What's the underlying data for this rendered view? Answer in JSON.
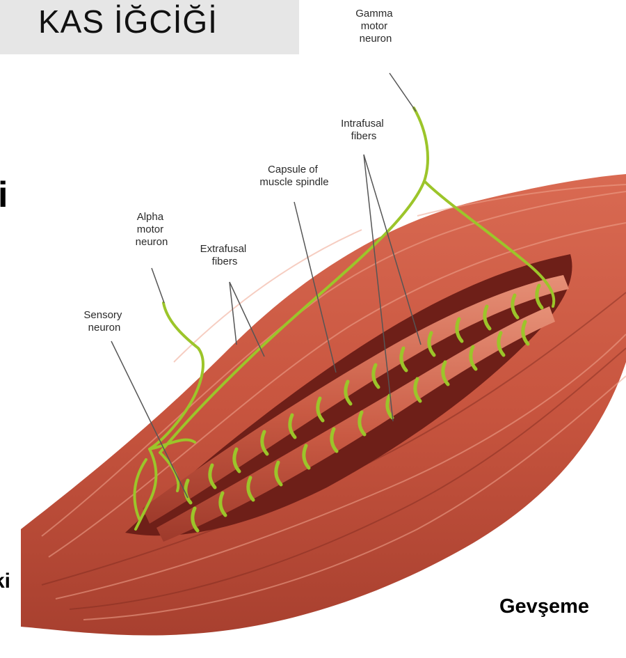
{
  "header": {
    "title": "KAS İĞCİĞİ"
  },
  "fragments": {
    "left_top": "i",
    "left_bottom": "ki",
    "bottom_right": "Gevşeme"
  },
  "labels": {
    "gamma_motor_neuron": [
      "Gamma",
      "motor",
      "neuron"
    ],
    "intrafusal_fibers": [
      "Intrafusal",
      "fibers"
    ],
    "capsule": [
      "Capsule of",
      "muscle spindle"
    ],
    "alpha_motor_neuron": [
      "Alpha",
      "motor",
      "neuron"
    ],
    "extrafusal_fibers": [
      "Extrafusal",
      "fibers"
    ],
    "sensory_neuron": [
      "Sensory",
      "neuron"
    ]
  },
  "colors": {
    "muscle": "#c8553f",
    "muscle_dark": "#8e2e22",
    "muscle_light": "#e08a72",
    "nerve": "#9cc52a",
    "title_bg": "#e6e6e6"
  }
}
